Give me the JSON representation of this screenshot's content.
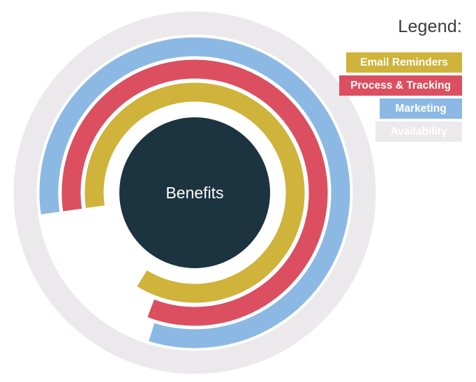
{
  "chart_data": {
    "type": "radial-bar",
    "center_label": "Benefits",
    "legend_title": "Legend:",
    "series": [
      {
        "name": "Email Reminders",
        "value": 86,
        "color": "#cfb33a"
      },
      {
        "name": "Process & Tracking",
        "value": 83,
        "color": "#db4f60"
      },
      {
        "name": "Marketing",
        "value": 82,
        "color": "#8cb9e4"
      },
      {
        "name": "Availability",
        "value": 100,
        "color": "#ebe9ec"
      }
    ],
    "max": 100,
    "center_color": "#1c3340"
  }
}
